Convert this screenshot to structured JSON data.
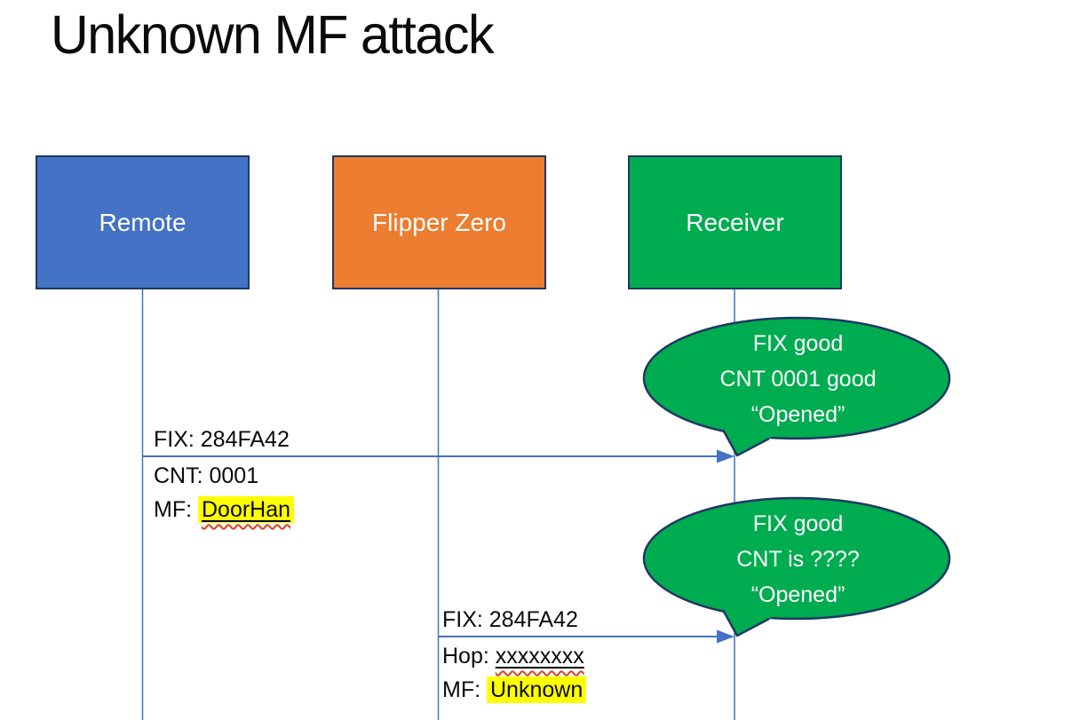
{
  "title": "Unknown MF attack",
  "colors": {
    "actor-blue": "#4472C4",
    "actor-orange": "#ED7D31",
    "actor-green": "#00AC50",
    "shape-border": "#1F3864",
    "connector": "#4472C4",
    "highlight": "#FFFF00",
    "spell-red": "#E0401A"
  },
  "actors": [
    {
      "label": "Remote"
    },
    {
      "label": "Flipper Zero"
    },
    {
      "label": "Receiver"
    }
  ],
  "messages": [
    {
      "above": "FIX: 284FA42",
      "below_line1": "CNT: 0001",
      "below_line2_prefix": "MF: ",
      "below_line2_value": "DoorHan"
    },
    {
      "above": "FIX: 284FA42",
      "below_line1_prefix": "Hop: ",
      "below_line1_value": "xxxxxxxx",
      "below_line2_prefix": "MF: ",
      "below_line2_value": "Unknown"
    }
  ],
  "callouts": [
    {
      "lines": [
        "FIX good",
        "CNT 0001 good",
        "“Opened”"
      ]
    },
    {
      "lines": [
        "FIX good",
        "CNT is ????",
        "“Opened”"
      ]
    }
  ]
}
